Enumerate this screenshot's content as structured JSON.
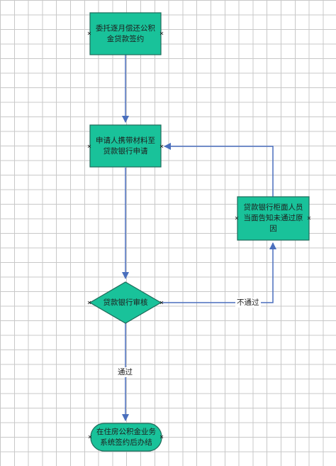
{
  "nodes": {
    "entrust": "委托逐月偿还公积金贷款签约",
    "apply": "申请人携带材料至贷款银行申请",
    "review": "贷款银行审核",
    "notify": "贷款银行柜面人员当面告知未通过原因",
    "finish": "在住房公积金业务系统签约后办结"
  },
  "edges": {
    "pass_label": "通过",
    "fail_label": "不通过"
  },
  "colors": {
    "node_fill": "#19c29a",
    "node_border": "#1f6b5a",
    "edge": "#4a6fbd"
  }
}
